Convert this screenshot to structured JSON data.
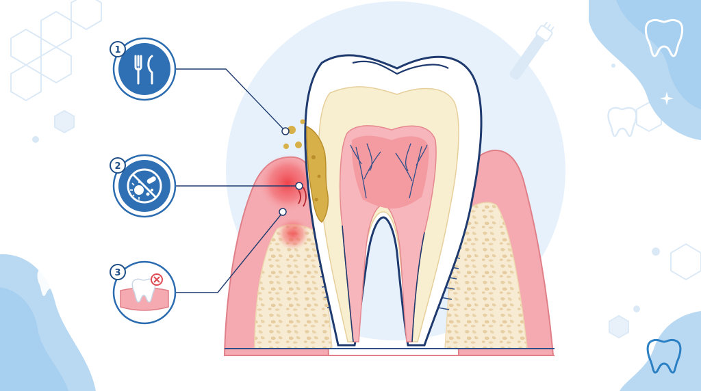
{
  "colors": {
    "brand_blue": "#2b6cb0",
    "dark_outline": "#1e3a6e",
    "gum_pink": "#f2a7ad",
    "inflamed_red": "#ef5257",
    "bone_cream": "#f6e9cc",
    "plaque_yellow": "#d8b04a",
    "pulp_pink": "#f5b5b8",
    "bg_light_blue": "#e4f0fb",
    "blob_blue": "#8ec2ea"
  },
  "callouts": [
    {
      "number": "1",
      "icon": "fork-knife-icon",
      "label_target": "plaque-on-tooth-surface"
    },
    {
      "number": "2",
      "icon": "bacteria-icon",
      "label_target": "inflamed-gum-margin"
    },
    {
      "number": "3",
      "icon": "tooth-loss-icon",
      "label_target": "gum-infection-bone"
    }
  ],
  "decorations": [
    "toothbrush-icon",
    "tooth-outline-icon",
    "sparkle-icon",
    "hexagon-pattern"
  ]
}
